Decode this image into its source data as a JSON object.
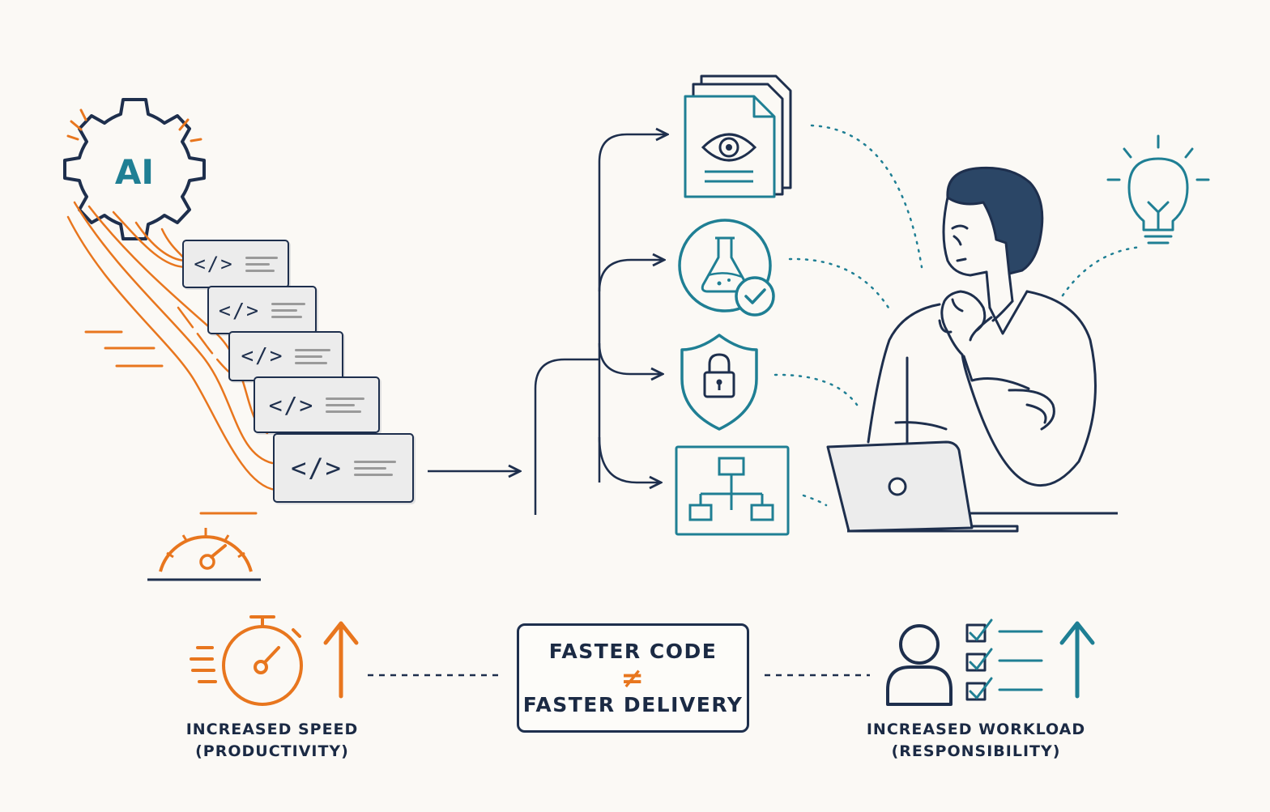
{
  "colors": {
    "navy": "#1e2f4d",
    "orange": "#e8761e",
    "teal": "#1f7f94",
    "background": "#fbf9f5"
  },
  "ai_badge": {
    "label": "AI",
    "icon": "gear-icon"
  },
  "code_blocks": [
    {
      "tag": "</>"
    },
    {
      "tag": "</>"
    },
    {
      "tag": "</>"
    },
    {
      "tag": "</>"
    },
    {
      "tag": "</>"
    }
  ],
  "pipeline_icons": [
    "document-review-icon",
    "test-flask-check-icon",
    "security-lock-shield-icon",
    "architecture-diagram-icon"
  ],
  "person_icons": [
    "thinking-person-icon",
    "laptop-icon",
    "lightbulb-icon"
  ],
  "bottom": {
    "left": {
      "label_line1": "INCREASED SPEED",
      "label_line2": "(PRODUCTIVITY)",
      "icons": [
        "stopwatch-icon",
        "up-arrow-icon"
      ]
    },
    "center": {
      "line1": "FASTER CODE",
      "symbol": "≠",
      "line2": "FASTER DELIVERY"
    },
    "right": {
      "label_line1": "INCREASED WORKLOAD",
      "label_line2": "(RESPONSIBILITY)",
      "icons": [
        "user-icon",
        "checklist-icon",
        "up-arrow-icon"
      ]
    }
  }
}
